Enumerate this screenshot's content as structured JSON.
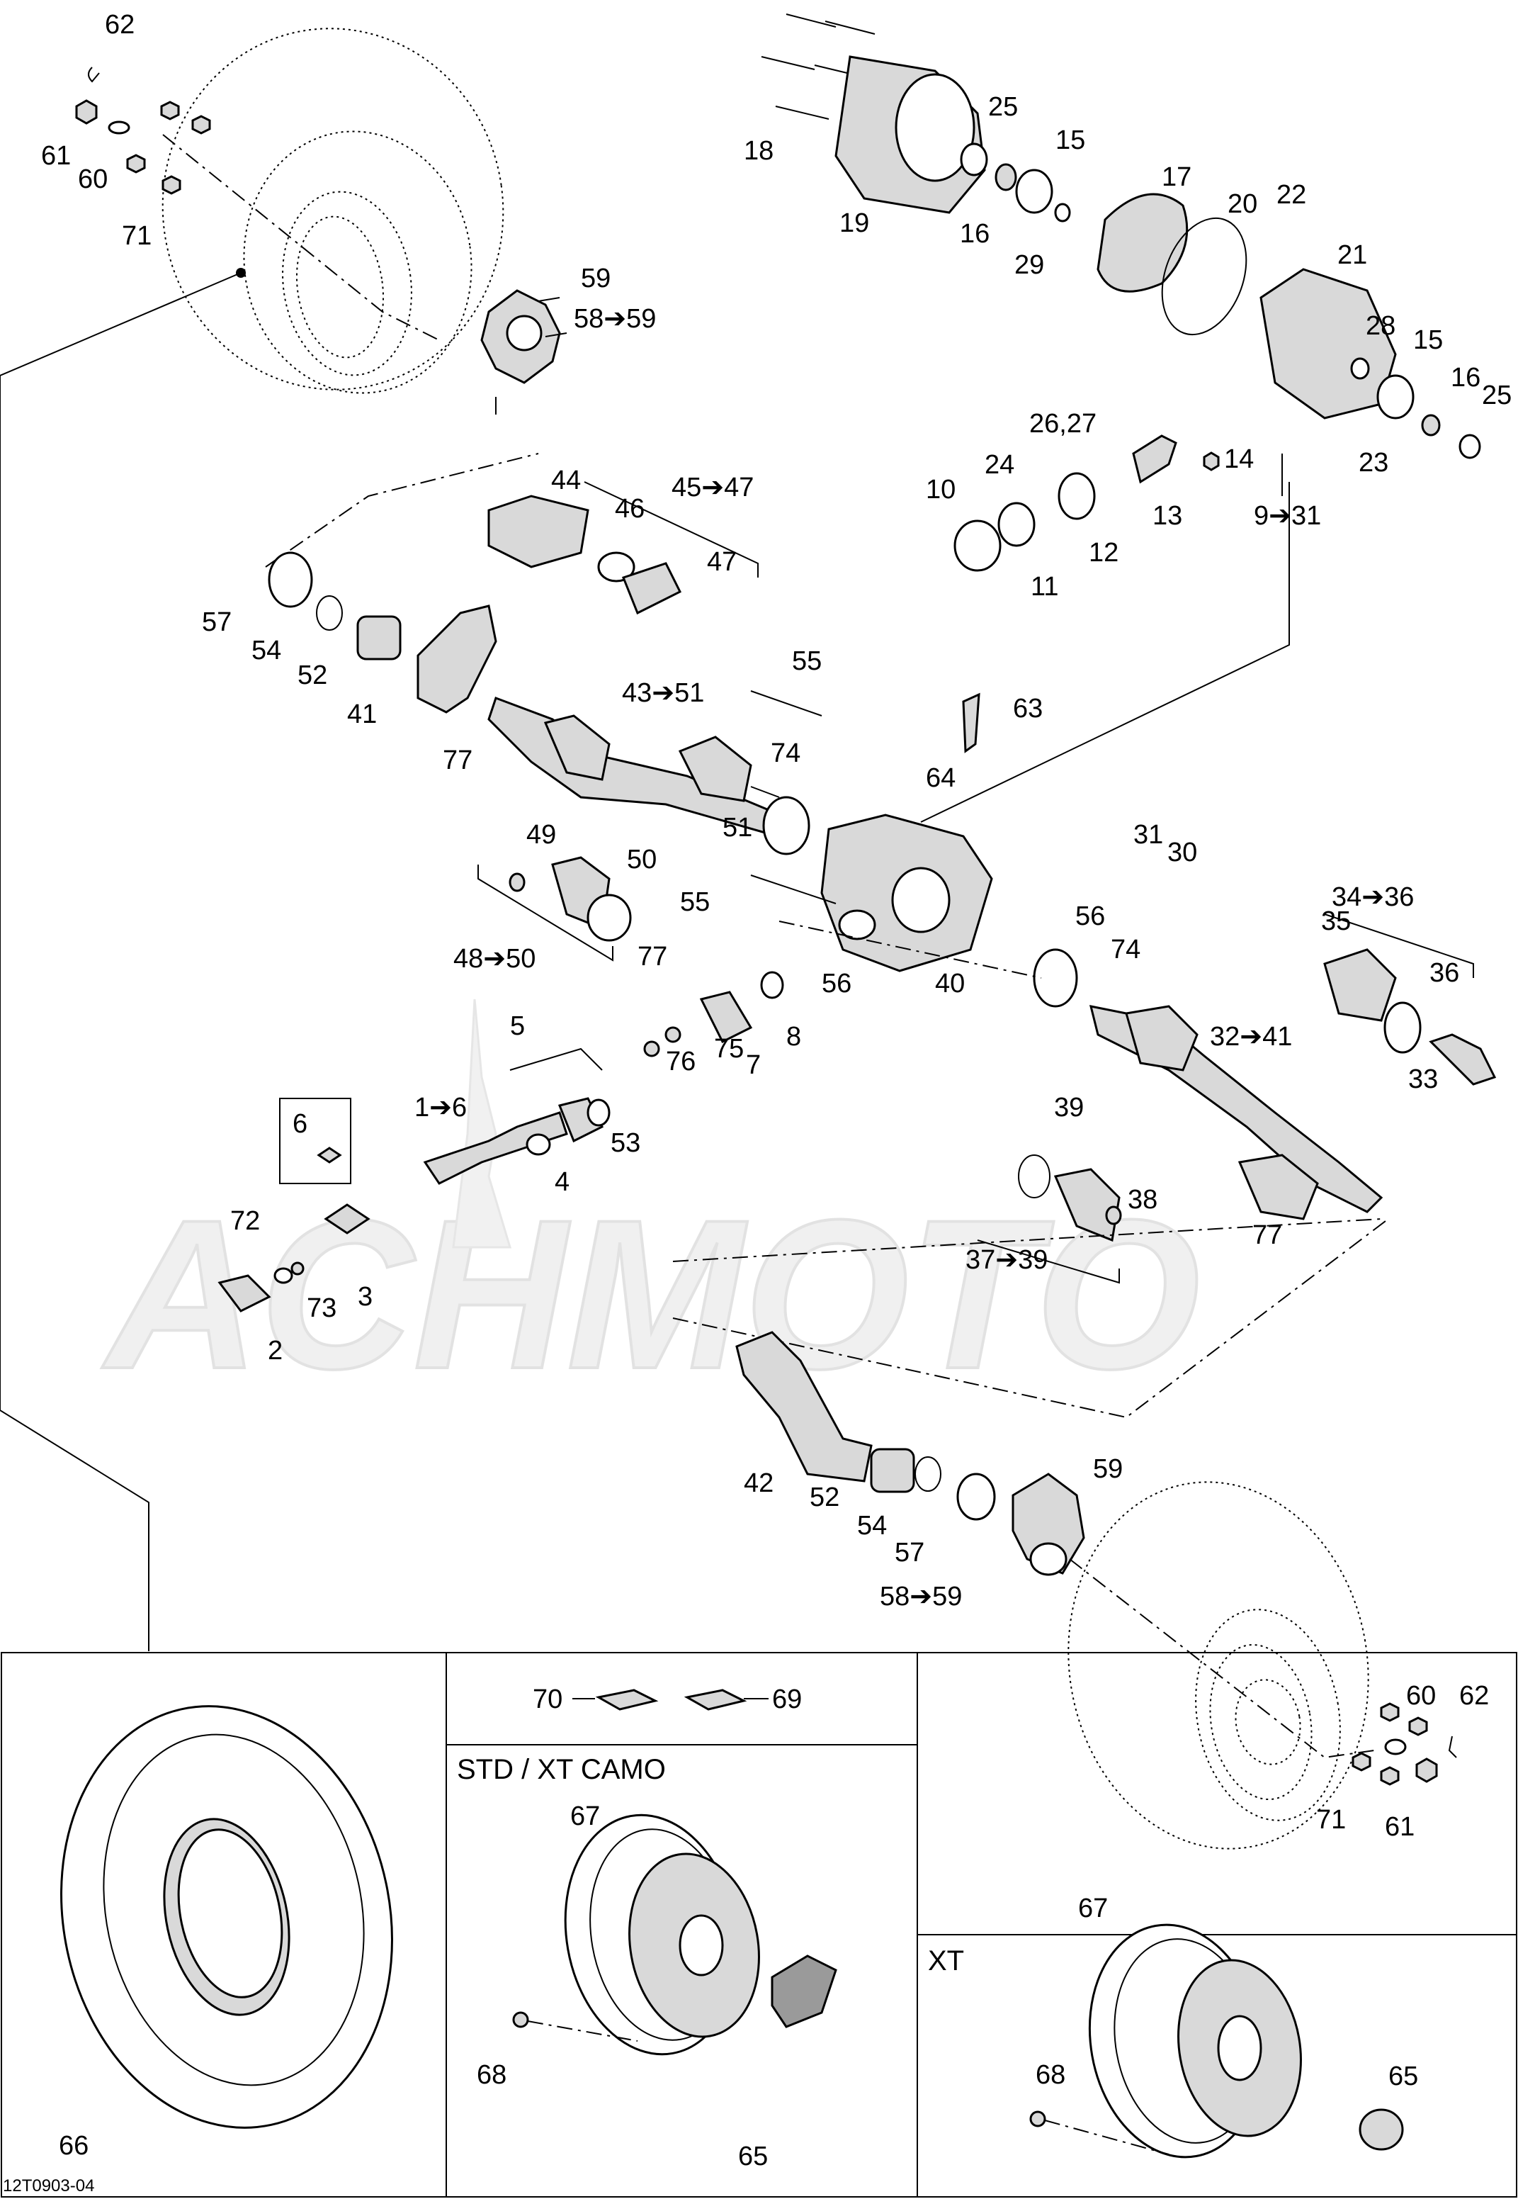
{
  "diagram_ref": "12T0903-04",
  "drop_symbol": "▲",
  "sections": {
    "std_xt_camo": "STD / XT CAMO",
    "xt": "XT"
  },
  "watermark": "ACHMOTO",
  "callouts": [
    "62",
    "61",
    "60",
    "71",
    "59",
    "58➔59",
    "18",
    "25",
    "15",
    "19",
    "16",
    "29",
    "17",
    "20",
    "22",
    "21",
    "28",
    "15",
    "16",
    "25",
    "23",
    "14",
    "26,27",
    "24",
    "10",
    "11",
    "12",
    "13",
    "9➔31",
    "44",
    "46",
    "45➔47",
    "47",
    "57",
    "54",
    "52",
    "41",
    "77",
    "55",
    "43➔51",
    "63",
    "74",
    "64",
    "51",
    "31",
    "30",
    "55",
    "49",
    "50",
    "48➔50",
    "77",
    "56",
    "56",
    "40",
    "74",
    "34➔36",
    "35",
    "36",
    "33",
    "32➔41",
    "5",
    "1➔6",
    "4",
    "53",
    "76",
    "75",
    "7",
    "8",
    "6",
    "72",
    "73",
    "3",
    "2",
    "39",
    "38",
    "37➔39",
    "77",
    "42",
    "52",
    "54",
    "57",
    "58➔59",
    "59",
    "60",
    "62",
    "71",
    "61",
    "70",
    "69",
    "67",
    "68",
    "65",
    "66",
    "67",
    "68",
    "65"
  ]
}
